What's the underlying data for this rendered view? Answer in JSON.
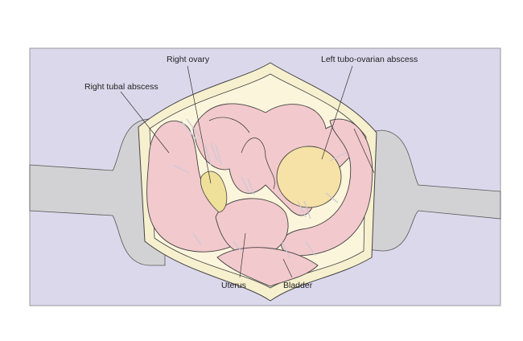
{
  "labels": {
    "right_ovary": "Right ovary",
    "right_tubal_abscess": "Right tubal abscess",
    "left_tubo_ovarian_abscess": "Left tubo-ovarian abscess",
    "uterus": "Uterus",
    "bladder": "Bladder"
  },
  "colors": {
    "background": "#dcd8ec",
    "retractor": "#d2d2d4",
    "wound_edge": "#f7f0cf",
    "tissue": "#f2c9cc",
    "abscess": "#f6e1a6"
  }
}
